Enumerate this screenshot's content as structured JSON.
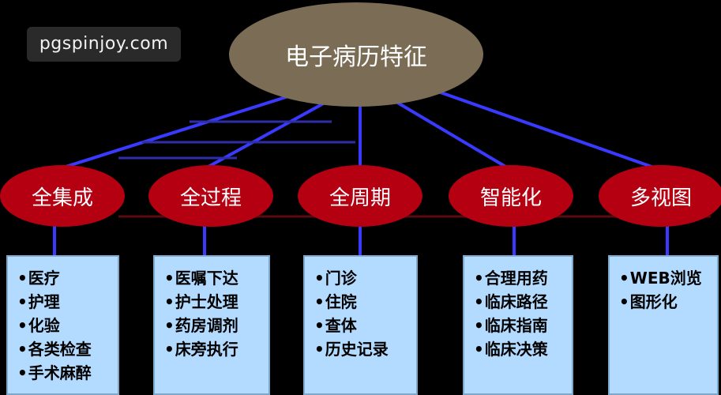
{
  "watermark": "pgspinjoy.com",
  "root": {
    "label": "电子病历特征"
  },
  "categories": [
    {
      "id": "integration",
      "label": "全集成",
      "items": [
        "医疗",
        "护理",
        "化验",
        "各类检查",
        "手术麻醉"
      ]
    },
    {
      "id": "process",
      "label": "全过程",
      "items": [
        "医嘱下达",
        "护士处理",
        "药房调剂",
        "床旁执行"
      ]
    },
    {
      "id": "cycle",
      "label": "全周期",
      "items": [
        "门诊",
        "住院",
        "查体",
        "历史记录"
      ]
    },
    {
      "id": "intelligence",
      "label": "智能化",
      "items": [
        "合理用药",
        "临床路径",
        "临床指南",
        "临床决策"
      ]
    },
    {
      "id": "multiview",
      "label": "多视图",
      "items": [
        "WEB浏览",
        "图形化"
      ]
    }
  ],
  "colors": {
    "background": "#000000",
    "root_fill": "#7a6c55",
    "node_fill": "#b50012",
    "box_fill": "#b3dbff",
    "connector": "#3a3aff"
  }
}
